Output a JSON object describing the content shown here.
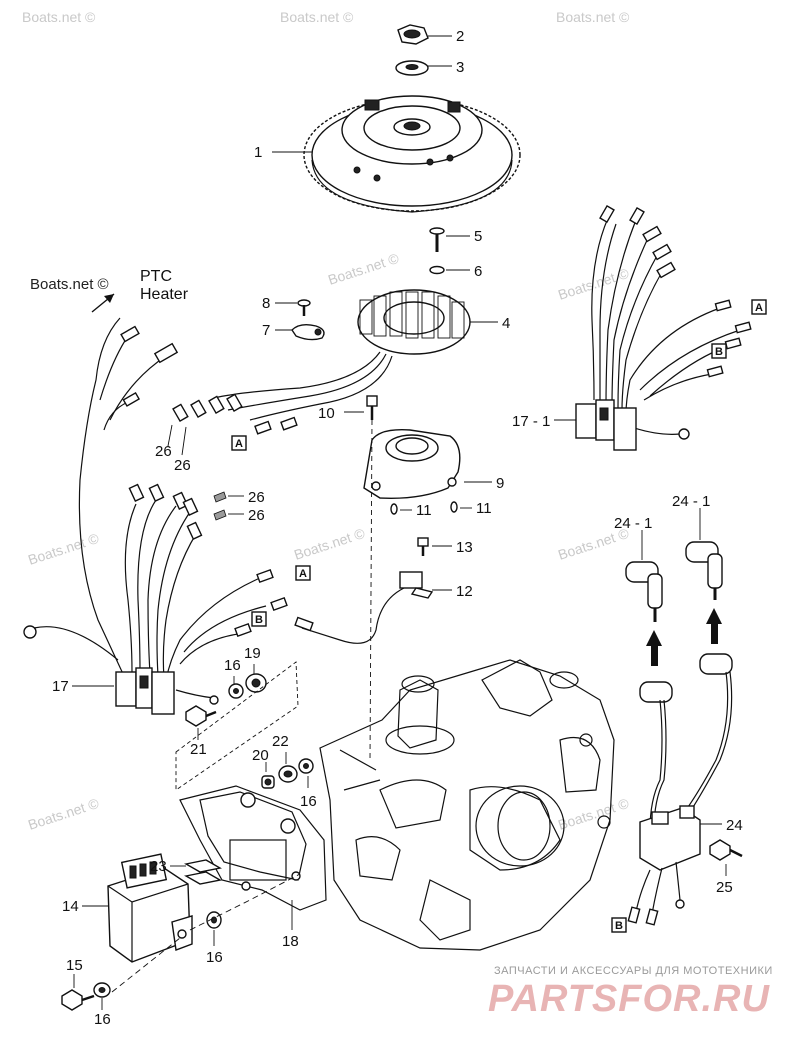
{
  "watermark_text": "Boats.net ©",
  "ptc_heater": {
    "line1": "PTC",
    "line2": "Heater",
    "credit": "Boats.net ©"
  },
  "callouts": {
    "c1": "1",
    "c2": "2",
    "c3": "3",
    "c4": "4",
    "c5": "5",
    "c6": "6",
    "c7": "7",
    "c8": "8",
    "c9": "9",
    "c10": "10",
    "c11a": "11",
    "c11b": "11",
    "c12": "12",
    "c13": "13",
    "c14": "14",
    "c15": "15",
    "c16a": "16",
    "c16b": "16",
    "c16c": "16",
    "c16d": "16",
    "c17": "17",
    "c17_1": "17 - 1",
    "c18": "18",
    "c19": "19",
    "c20": "20",
    "c21": "21",
    "c22": "22",
    "c23": "23",
    "c24": "24",
    "c24_1a": "24 - 1",
    "c24_1b": "24 - 1",
    "c25": "25",
    "c26a": "26",
    "c26b": "26",
    "c26c": "26",
    "c26d": "26"
  },
  "connector_tags": {
    "a1": "A",
    "a2": "A",
    "a3": "A",
    "b1": "B",
    "b2": "B",
    "b3": "B"
  },
  "branding": {
    "tagline": "ЗАПЧАСТИ И АКСЕССУАРЫ ДЛЯ МОТОТЕХНИКИ",
    "logo": "PARTSFOR.RU"
  }
}
